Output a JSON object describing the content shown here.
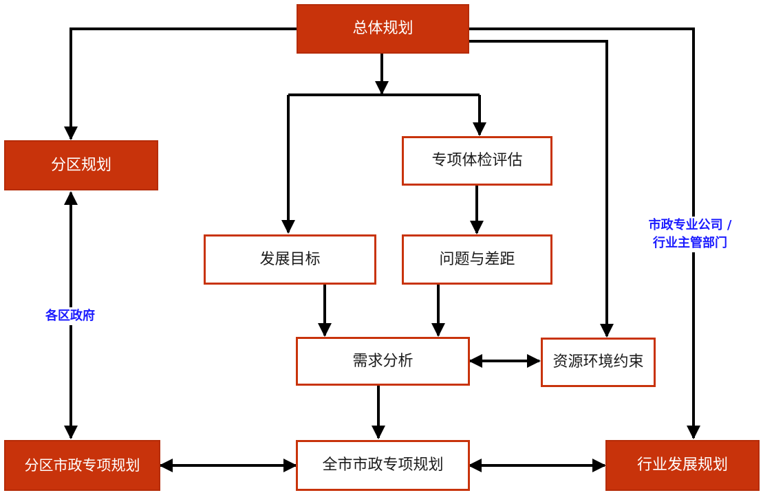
{
  "nodes": {
    "overall": "总体规划",
    "district": "分区规划",
    "special_check": "专项体检评估",
    "goals": "发展目标",
    "gaps": "问题与差距",
    "demand": "需求分析",
    "resources": "资源环境约束",
    "district_municipal": "分区市政专项规划",
    "city_municipal": "全市市政专项规划",
    "industry": "行业发展规划"
  },
  "labels": {
    "district_gov": "各区政府",
    "municipal_line1": "市政专业公司 /",
    "municipal_line2": "行业主管部门"
  },
  "colors": {
    "accent": "#c8330b",
    "label": "#1a1aff",
    "line": "#000000"
  }
}
